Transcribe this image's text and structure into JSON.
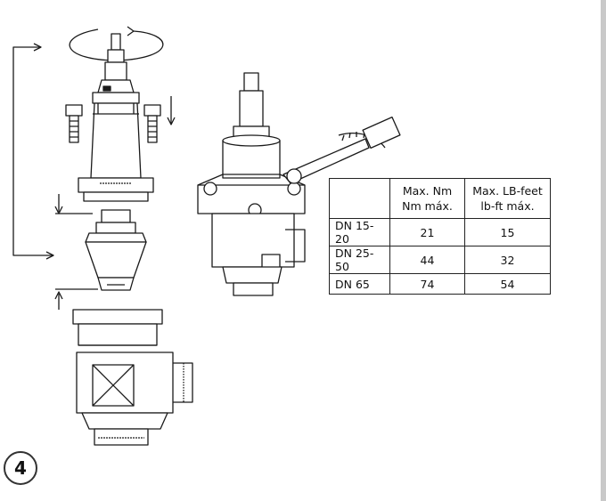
{
  "torque_table": {
    "headers": [
      {
        "lines": [
          ""
        ]
      },
      {
        "lines": [
          "Max. Nm",
          "Nm máx."
        ]
      },
      {
        "lines": [
          "Max. LB-feet",
          "lb-ft máx."
        ]
      }
    ],
    "rows": [
      {
        "size": "DN 15-20",
        "nm": "21",
        "lbft": "15"
      },
      {
        "size": "DN 25-50",
        "nm": "44",
        "lbft": "32"
      },
      {
        "size": "DN 65",
        "nm": "74",
        "lbft": "54"
      }
    ]
  },
  "step_number": "4",
  "colors": {
    "line": "#1a1a1a",
    "fill": "#ffffff",
    "edge_bar": "#c9c9c9"
  },
  "icons": [
    "rotation-arrow-icon",
    "bolt-icon",
    "arrow-icon",
    "torque-wrench-icon"
  ]
}
